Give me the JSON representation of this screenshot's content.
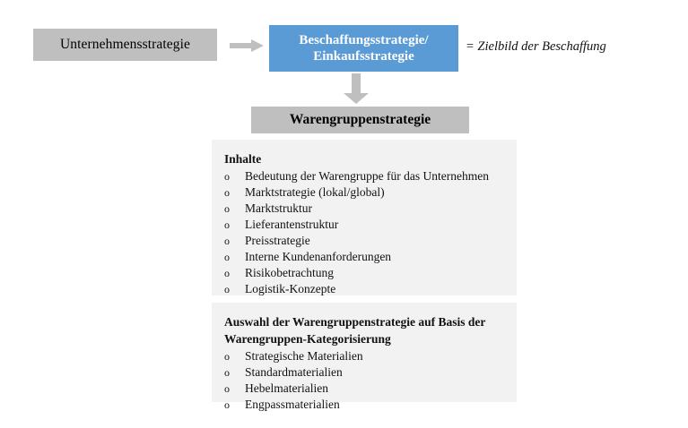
{
  "diagram": {
    "title": "Warengruppenstrategie",
    "colors": {
      "gray_box": "#BFBFBF",
      "blue_box": "#5B9BD5",
      "panel_background": "#F2F2F2",
      "arrow": "#BFBFBF",
      "text": "#111111",
      "blue_box_text": "#FFFFFF"
    },
    "nodes": {
      "corporate_strategy": {
        "label": "Unternehmensstrategie"
      },
      "procurement_strategy": {
        "line1": "Beschaffungsstrategie/",
        "line2": "Einkaufsstrategie"
      },
      "category_strategy": {
        "label": "Warengruppenstrategie"
      }
    },
    "annotations": {
      "target_image": "= Zielbild der Beschaffung"
    },
    "arrows": [
      {
        "name": "corporate-to-procurement",
        "direction": "right"
      },
      {
        "name": "procurement-to-category",
        "direction": "down"
      }
    ],
    "panels": [
      {
        "id": "contents",
        "heading": "Inhalte",
        "heading_line2": "",
        "bullet": "o",
        "items": [
          "Bedeutung der Warengruppe für das Unternehmen",
          "Marktstrategie (lokal/global)",
          "Marktstruktur",
          "Lieferantenstruktur",
          "Preisstrategie",
          "Interne Kundenanforderungen",
          "Risikobetrachtung",
          "Logistik-Konzepte"
        ]
      },
      {
        "id": "selection",
        "heading": "Auswahl der Warengruppenstrategie auf Basis der",
        "heading_line2": "Warengruppen-Kategorisierung",
        "bullet": "o",
        "items": [
          "Strategische Materialien",
          "Standardmaterialien",
          "Hebelmaterialien",
          "Engpassmaterialien"
        ]
      }
    ]
  }
}
